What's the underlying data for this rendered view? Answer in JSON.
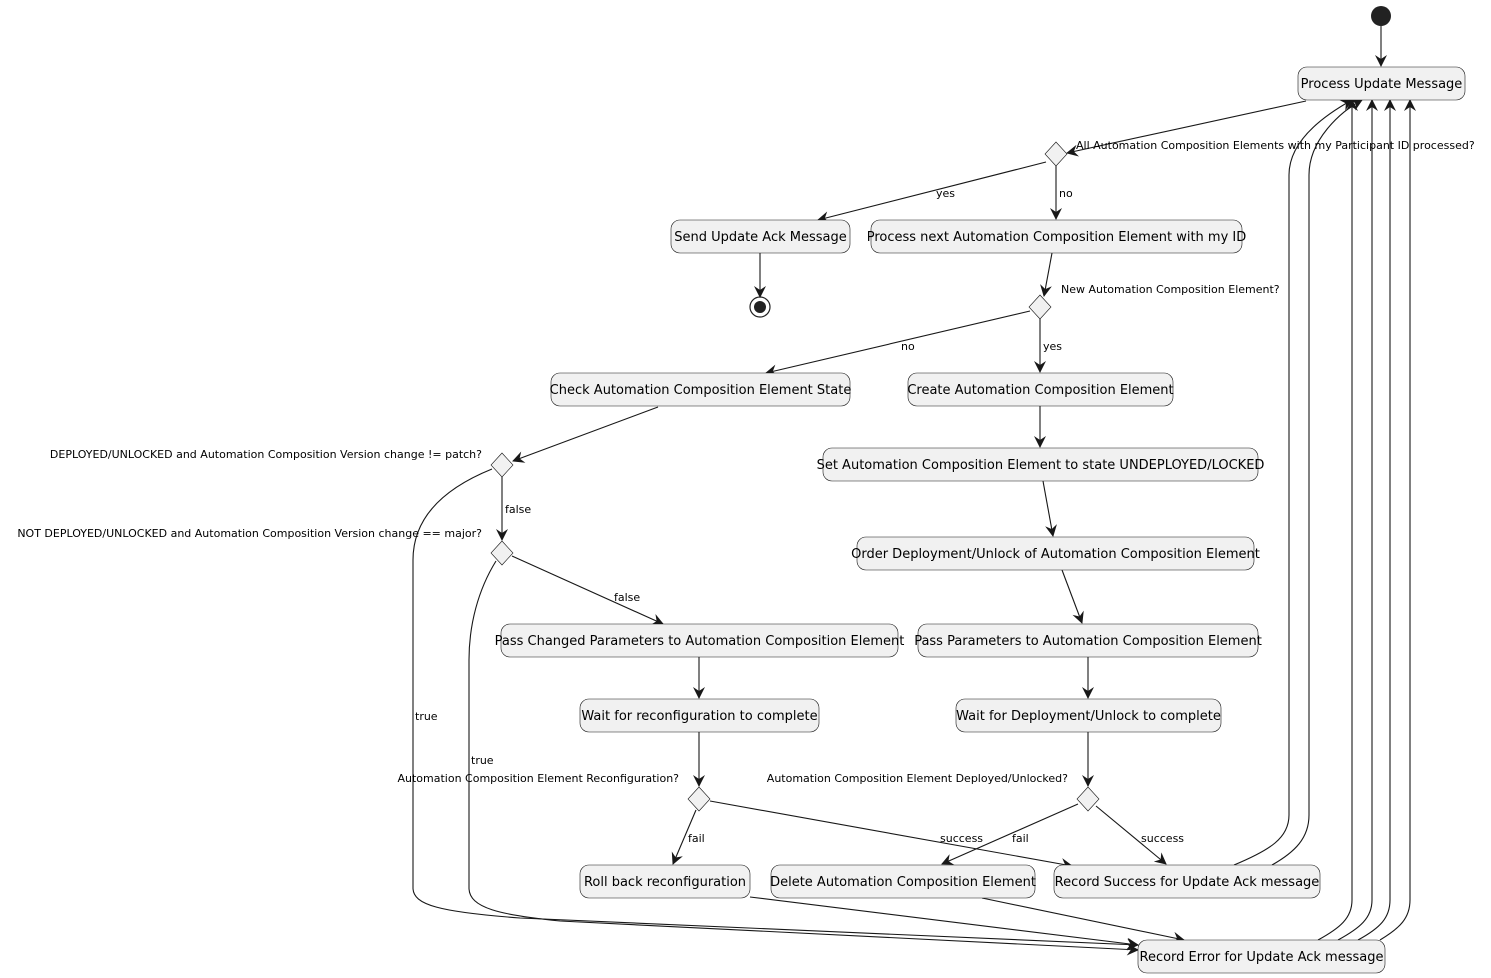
{
  "diagram": {
    "nodes": {
      "process_update": "Process Update Message",
      "send_ack": "Send Update Ack Message",
      "process_next": "Process next Automation Composition Element with my ID",
      "check_state": "Check Automation Composition Element State",
      "create_element": "Create Automation Composition Element",
      "set_state": "Set Automation Composition Element to state UNDEPLOYED/LOCKED",
      "order_deploy": "Order Deployment/Unlock of Automation Composition Element",
      "pass_changed": "Pass Changed Parameters to Automation Composition Element",
      "pass_params": "Pass Parameters to Automation Composition Element",
      "wait_reconfig": "Wait for reconfiguration to complete",
      "wait_deploy": "Wait for Deployment/Unlock to complete",
      "roll_back": "Roll back reconfiguration",
      "delete_element": "Delete Automation Composition Element",
      "record_success": "Record Success for Update Ack message",
      "record_error": "Record Error for Update Ack message"
    },
    "decisions": {
      "all_processed": "All Automation Composition Elements with my Participant ID processed?",
      "new_element": "New Automation Composition Element?",
      "deployed_patch": "DEPLOYED/UNLOCKED and Automation Composition Version change != patch?",
      "not_deployed_major": "NOT DEPLOYED/UNLOCKED and Automation Composition Version change == major?",
      "reconfiguration": "Automation Composition Element Reconfiguration?",
      "deployed_unlocked": "Automation Composition Element Deployed/Unlocked?"
    },
    "edge_labels": {
      "yes": "yes",
      "no": "no",
      "true": "true",
      "false": "false",
      "fail": "fail",
      "success": "success"
    }
  }
}
